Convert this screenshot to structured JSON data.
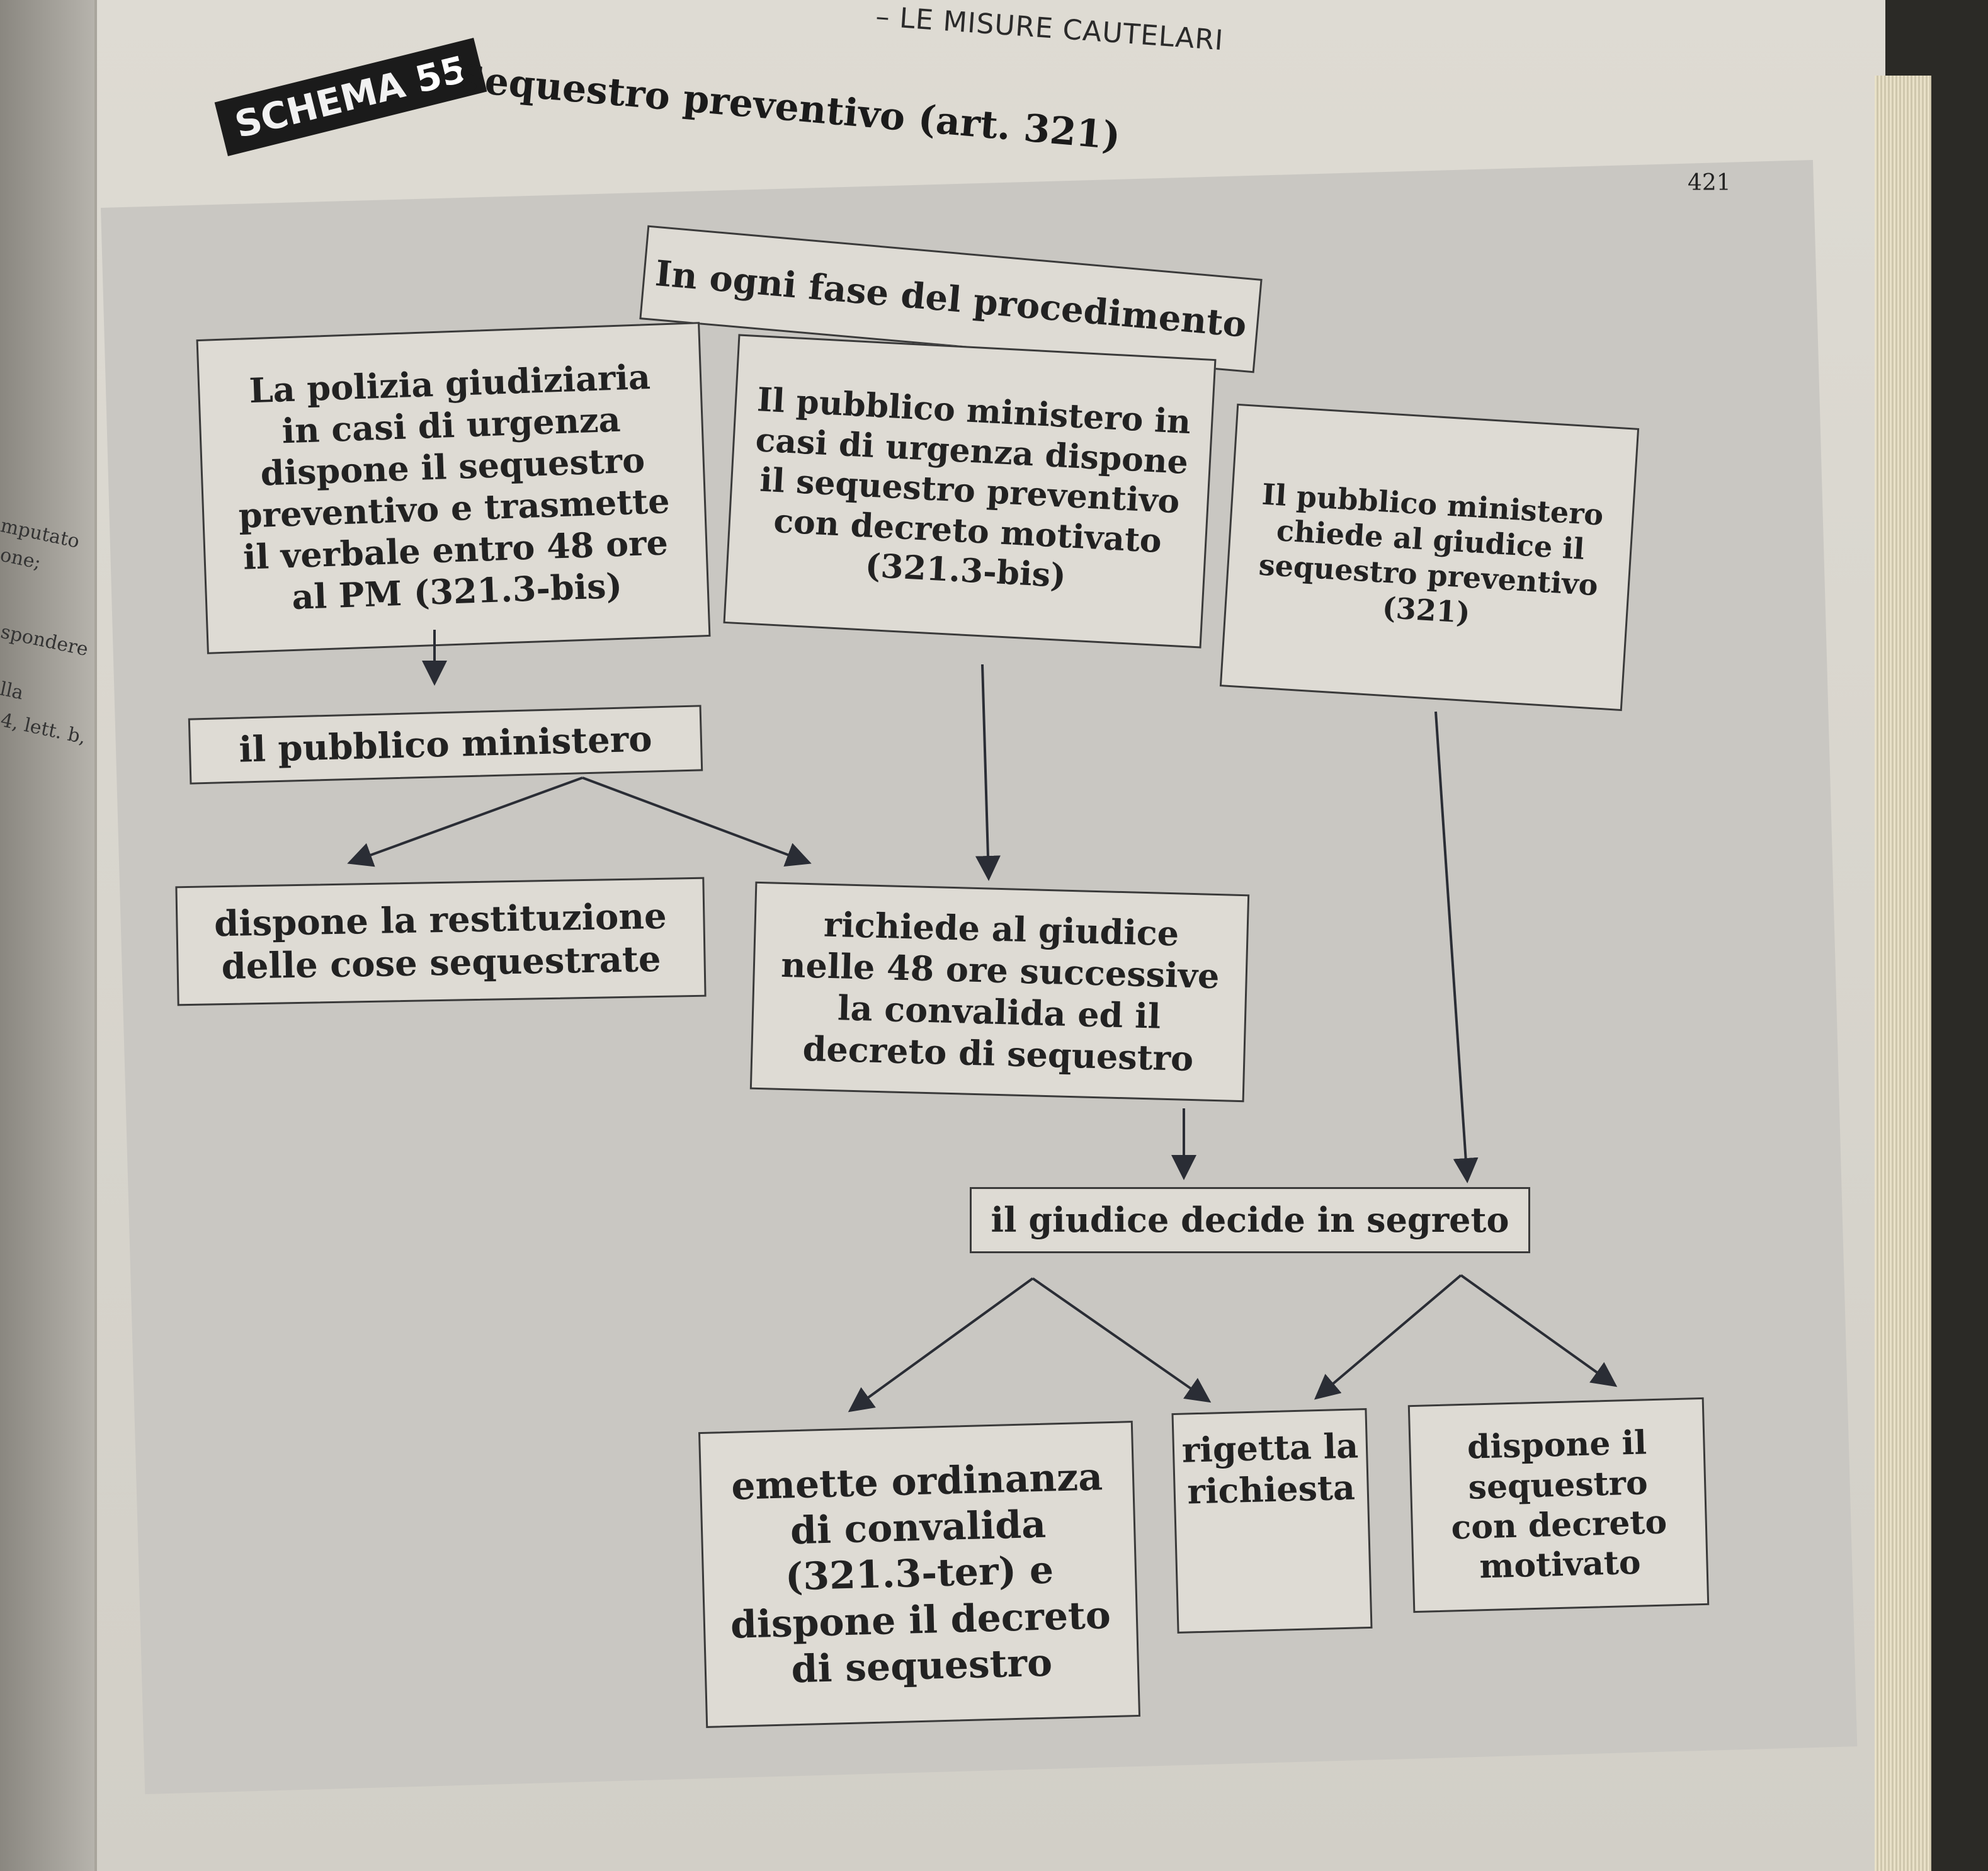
{
  "header": {
    "chapter": "– LE MISURE CAUTELARI",
    "badge_label": "SCHEMA",
    "badge_number": "55",
    "title": "Sequestro preventivo (art. 321)",
    "page_number": "421"
  },
  "margin_text": [
    "mputato",
    "one;",
    "spondere",
    "lla",
    "4, lett. b,"
  ],
  "diagram": {
    "start": "In ogni fase del procedimento",
    "polizia": [
      "La polizia giudiziaria",
      "in casi di urgenza",
      "dispone il sequestro",
      "preventivo e trasmette",
      "il verbale entro 48 ore",
      "al PM (321.3-bis)"
    ],
    "pm_urgenza": [
      "Il pubblico ministero in",
      "casi di urgenza dispone",
      "il sequestro preventivo",
      "con decreto motivato",
      "(321.3-bis)"
    ],
    "pm_chiede": [
      "Il pubblico ministero",
      "chiede al giudice il",
      "sequestro preventivo",
      "(321)"
    ],
    "pm_box": "il pubblico ministero",
    "restituzione": [
      "dispone la restituzione",
      "delle cose sequestrate"
    ],
    "richiede": [
      "richiede al giudice",
      "nelle 48 ore successive",
      "la convalida ed il",
      "decreto di sequestro"
    ],
    "giudice": "il giudice decide in segreto",
    "ordinanza": [
      "emette ordinanza",
      "di convalida",
      "(321.3-ter) e",
      "dispone il decreto",
      "di sequestro"
    ],
    "rigetta": [
      "rigetta la",
      "richiesta"
    ],
    "dispone_sequestro": [
      "dispone il",
      "sequestro",
      "con decreto",
      "motivato"
    ]
  }
}
